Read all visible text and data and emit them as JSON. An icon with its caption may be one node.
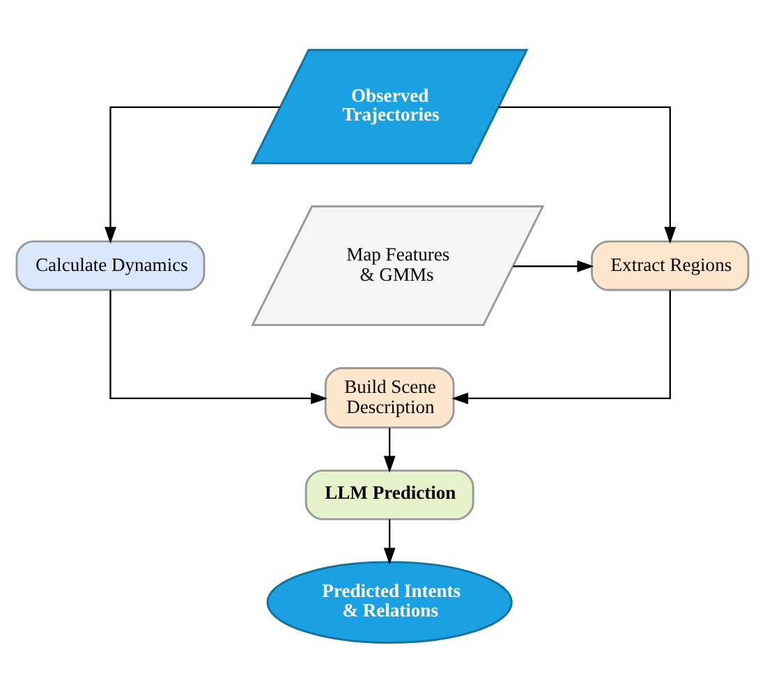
{
  "diagram": {
    "nodes": [
      {
        "text": [
          "Observed Trajectories"
        ]
      },
      {
        "text": [
          "Calculate Dynamics"
        ]
      },
      {
        "text": [
          "Extract Regions"
        ]
      },
      {
        "text": [
          "Map Features & GMMs"
        ]
      },
      {
        "text": [
          "Build Scene Description"
        ]
      },
      {
        "text": [
          "LLM Prediction"
        ]
      },
      {
        "text": [
          "Predicted Intents & Relations"
        ]
      }
    ],
    "edges": [
      {
        "from": 0,
        "to": 1,
        "arrow": "to"
      },
      {
        "from": 0,
        "to": 2,
        "arrow": "to"
      },
      {
        "from": 3,
        "to": 2,
        "arrow": "to"
      },
      {
        "from": 1,
        "to": 4,
        "arrow": "to"
      },
      {
        "from": 2,
        "to": 4,
        "arrow": "to"
      },
      {
        "from": 4,
        "to": 5,
        "arrow": "to"
      },
      {
        "from": 5,
        "to": 6,
        "arrow": "to"
      }
    ]
  }
}
